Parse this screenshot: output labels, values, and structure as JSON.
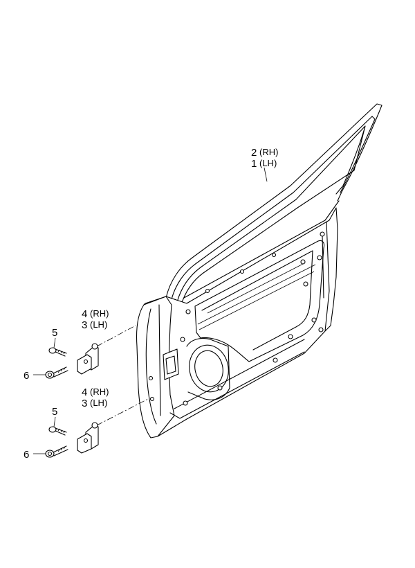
{
  "labels": {
    "door_panel_rh": {
      "number": "2",
      "side": "(RH)"
    },
    "door_panel_lh": {
      "number": "1",
      "side": "(LH)"
    },
    "upper_hinge_rh": {
      "number": "4",
      "side": "(RH)"
    },
    "upper_hinge_lh": {
      "number": "3",
      "side": "(LH)"
    },
    "lower_hinge_rh": {
      "number": "4",
      "side": "(RH)"
    },
    "lower_hinge_lh": {
      "number": "3",
      "side": "(LH)"
    },
    "upper_bolt": {
      "number": "5"
    },
    "upper_washer_bolt": {
      "number": "6"
    },
    "lower_bolt": {
      "number": "5"
    },
    "lower_washer_bolt": {
      "number": "6"
    }
  }
}
